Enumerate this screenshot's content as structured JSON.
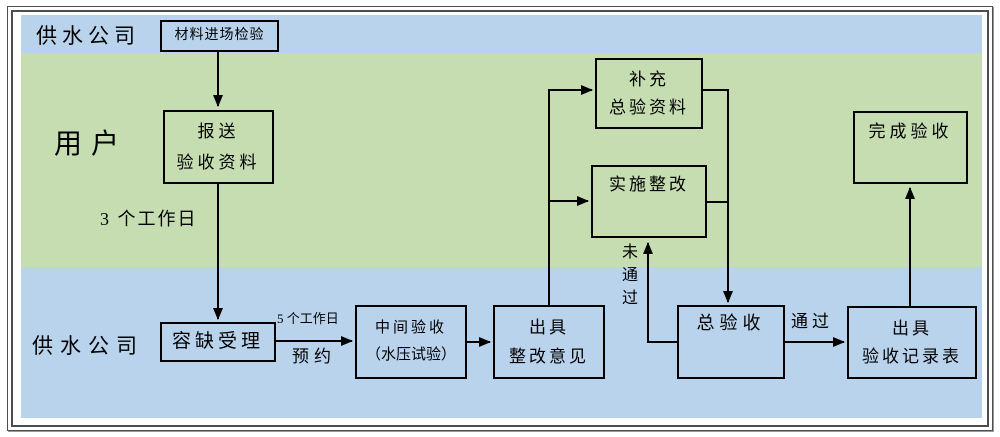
{
  "diagram": {
    "lanes": {
      "top": {
        "label": "供水公司"
      },
      "middle": {
        "label": "用户"
      },
      "bottom": {
        "label": "供水公司"
      }
    },
    "nodes": {
      "material_inspection": {
        "lines": [
          "材料进场检验"
        ]
      },
      "submit_docs": {
        "lines": [
          "报送",
          "验收资料"
        ]
      },
      "tolerance_acceptance": {
        "lines": [
          "容缺受理"
        ]
      },
      "intermediate_acceptance": {
        "lines": [
          "中间验收",
          "（水压试验）"
        ]
      },
      "issue_rectification": {
        "lines": [
          "出具",
          "整改意见"
        ]
      },
      "supplement_docs": {
        "lines": [
          "补充",
          "总验资料"
        ]
      },
      "implement_rectification": {
        "lines": [
          "实施整改"
        ]
      },
      "final_acceptance": {
        "lines": [
          "总验收"
        ]
      },
      "issue_record": {
        "lines": [
          "出具",
          "验收记录表"
        ]
      },
      "complete_acceptance": {
        "lines": [
          "完成验收"
        ]
      }
    },
    "edge_labels": {
      "three_working_days": "3 个工作日",
      "five_working_days": "5 个工作日",
      "appointment": "预约",
      "not_passed": "未通过",
      "passed": "通过"
    },
    "colors": {
      "lane_blue": "#b9d3ec",
      "lane_green": "#c6ddb2",
      "line": "#000000",
      "frame": "#4d4d4d"
    }
  }
}
